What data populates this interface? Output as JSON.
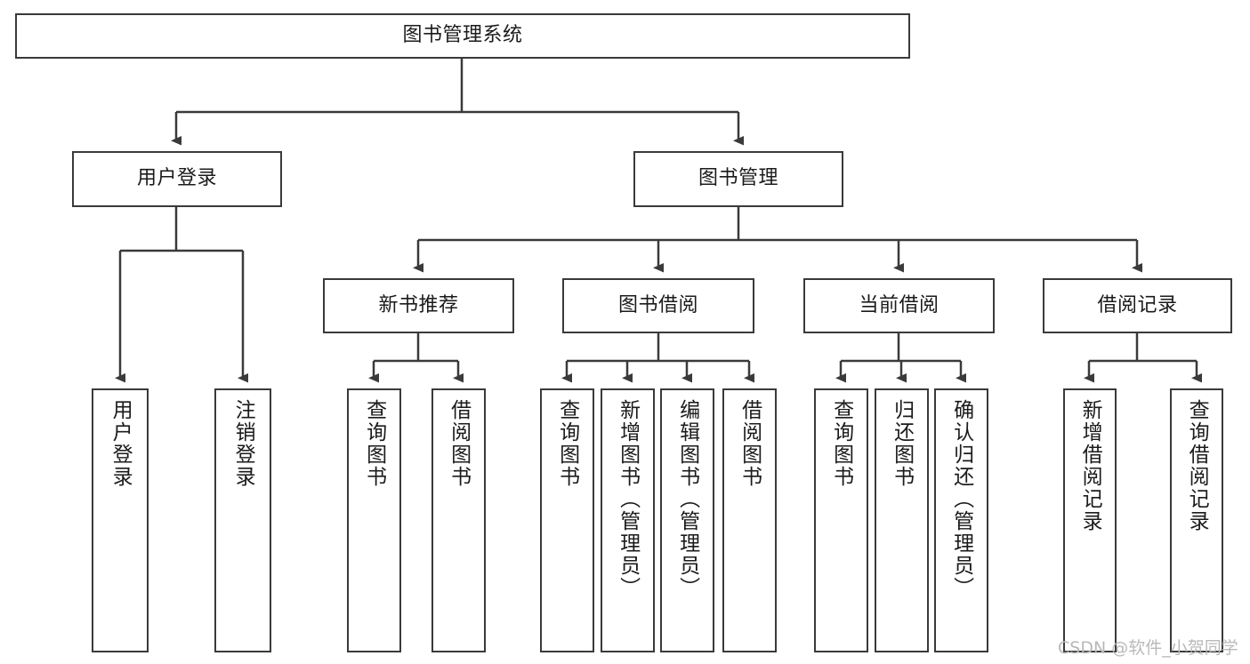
{
  "diagram": {
    "type": "tree",
    "title": "图书管理系统",
    "root": {
      "label": "图书管理系统",
      "children": [
        {
          "label": "用户登录",
          "children": [
            {
              "label": "用户登录"
            },
            {
              "label": "注销登录"
            }
          ]
        },
        {
          "label": "图书管理",
          "children": [
            {
              "label": "新书推荐",
              "children": [
                {
                  "label": "查询图书"
                },
                {
                  "label": "借阅图书"
                }
              ]
            },
            {
              "label": "图书借阅",
              "children": [
                {
                  "label": "查询图书"
                },
                {
                  "label": "新增图书（管理员）"
                },
                {
                  "label": "编辑图书（管理员）"
                },
                {
                  "label": "借阅图书"
                }
              ]
            },
            {
              "label": "当前借阅",
              "children": [
                {
                  "label": "查询图书"
                },
                {
                  "label": "归还图书"
                },
                {
                  "label": "确认归还（管理员）"
                }
              ]
            },
            {
              "label": "借阅记录",
              "children": [
                {
                  "label": "新增借阅记录"
                },
                {
                  "label": "查询借阅记录"
                }
              ]
            }
          ]
        }
      ]
    }
  },
  "nodes": {
    "root": "图书管理系统",
    "l1_0": "用户登录",
    "l1_1": "图书管理",
    "l2_0": "新书推荐",
    "l2_1": "图书借阅",
    "l2_2": "当前借阅",
    "l2_3": "借阅记录",
    "leaf_a0": "用户登录",
    "leaf_a1": "注销登录",
    "leaf_b0": "查询图书",
    "leaf_b1": "借阅图书",
    "leaf_c0": "查询图书",
    "leaf_c1": "新增图书（管理员）",
    "leaf_c2": "编辑图书（管理员）",
    "leaf_c3": "借阅图书",
    "leaf_d0": "查询图书",
    "leaf_d1": "归还图书",
    "leaf_d2": "确认归还（管理员）",
    "leaf_e0": "新增借阅记录",
    "leaf_e1": "查询借阅记录"
  },
  "watermark": {
    "text": "CSDN @软件_小贺同学"
  },
  "colors": {
    "stroke": "#3a3a3a",
    "text": "#1b1b1b",
    "background": "#ffffff",
    "watermark": "#b9b9b9"
  }
}
